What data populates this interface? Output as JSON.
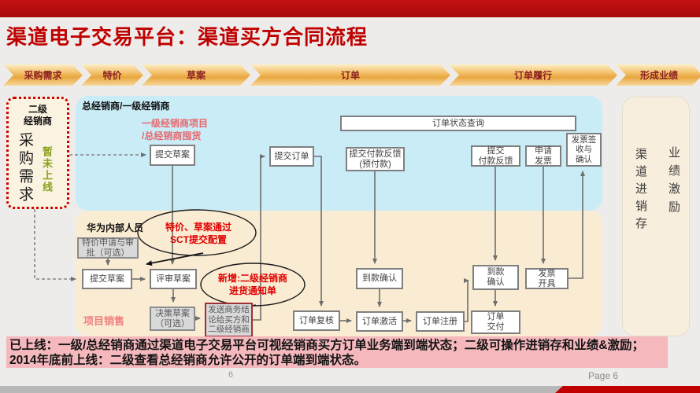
{
  "title": "渠道电子交易平台：渠道买方合同流程",
  "stages": [
    "采购需求",
    "特价",
    "草案",
    "订单",
    "订单履行",
    "形成业绩"
  ],
  "left_box": {
    "role": "二级\n经销商",
    "need": "采购需求",
    "status": "暂未上线"
  },
  "dealer_lane": {
    "label": "总经销商/一级经销商",
    "note": "一级经销商项目\n/总经销商囤货",
    "boxes": {
      "submit_draft": "提交草案",
      "submit_order": "提交订单",
      "order_status": "订单状态查询",
      "pay_feedback_pre": "提交付款反馈\n(预付款)",
      "pay_feedback": "提交\n付款反馈",
      "apply_invoice": "申请\n发票",
      "invoice_sign": "发票签\n收与\n确认"
    }
  },
  "huawei_lane": {
    "label": "华为内部人员",
    "sub": "项目销售",
    "callout_sct": "特价、草案通过\nSCT提交配置",
    "callout_new": "新增:二级经销商\n进货通知单",
    "boxes": {
      "special_price": "特价申请与审\n批（可选）",
      "submit_draft": "提交草案",
      "review_draft": "评审草案",
      "decide_draft": "决策草案\n（可选）",
      "send_conclusion": "发送商务结\n论给买方和\n二级经销商",
      "order_review": "订单复核",
      "payment_confirm": "到款确认",
      "order_activate": "订单激活",
      "order_register": "订单注册",
      "payment_confirm2": "到款\n确认",
      "order_deliver": "订单\n交付",
      "invoice_issue": "发票\n开具"
    }
  },
  "right_panel": {
    "col1": "渠道进销存",
    "col2": "业绩激励"
  },
  "footer": {
    "line1": "已上线：一级/总经销商通过渠道电子交易平台可视经销商买方订单业务端到端状态；二级可操作进销存和业绩&激励；",
    "line2": "2014年底前上线：二级查看总经销商允许公开的订单端到端状态。",
    "page_num": "6",
    "page_label": "Page 6"
  },
  "colors": {
    "accent_red": "#bf0000",
    "band_pink": "#f5b8bd",
    "lane_blue": "#c9ecf7",
    "lane_tan": "#faecd2",
    "chevron_gold": "#efb457",
    "status_green": "#8aa11a",
    "callout_red": "#e00000",
    "note_pink": "#e8696f"
  }
}
